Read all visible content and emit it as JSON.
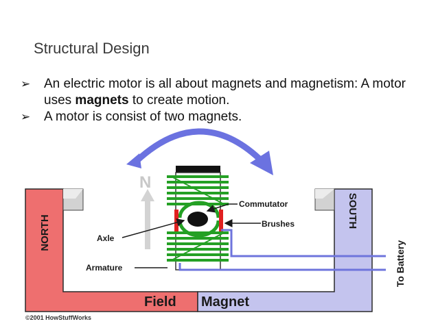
{
  "slide": {
    "title": "Structural Design",
    "bullets": [
      {
        "icon": "arrowhead-bullet-icon",
        "text_part1": "An electric motor is all about magnets and magnetism: A motor uses ",
        "bold": "magnets",
        "text_part2": " to create motion."
      },
      {
        "icon": "arrowhead-bullet-icon",
        "text_part1": "A motor is consist of two magnets."
      }
    ]
  },
  "diagram": {
    "labels": {
      "north": "NORTH",
      "south": "SOUTH",
      "n_pole": "N",
      "commutator": "Commutator",
      "brushes": "Brushes",
      "axle": "Axle",
      "armature": "Armature",
      "field": "Field",
      "magnet": "Magnet",
      "battery": "To Battery",
      "copyright": "©2001 HowStuffWorks"
    },
    "colors": {
      "north_magnet": "#ee6f6f",
      "south_magnet": "#c4c4ee",
      "coil": "#24a024",
      "rotation_arrow": "#6b72e0",
      "brush": "#e02020",
      "wire": "#6e74dc"
    }
  }
}
